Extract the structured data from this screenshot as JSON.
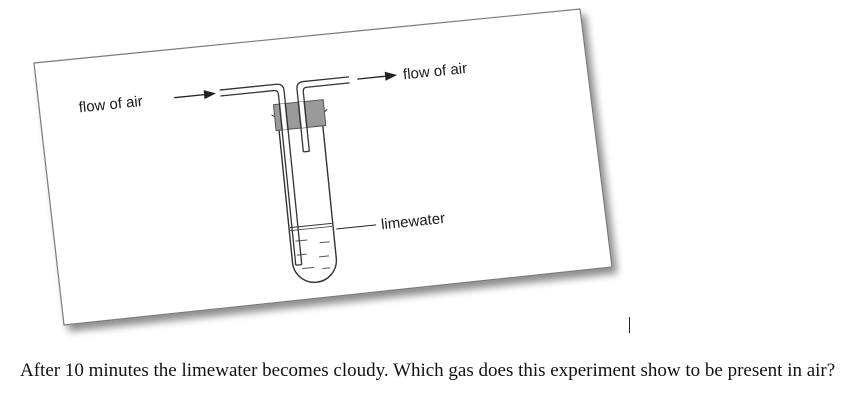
{
  "diagram": {
    "label_inlet": "flow of air",
    "label_outlet": "flow of air",
    "label_liquid": "limewater"
  },
  "question": {
    "text": "After 10 minutes the limewater becomes cloudy. Which gas does this experiment show to be present in air?"
  },
  "colors": {
    "stopper": "#9a9a9a",
    "card_border": "#7a7a7a",
    "line": "#333333"
  }
}
